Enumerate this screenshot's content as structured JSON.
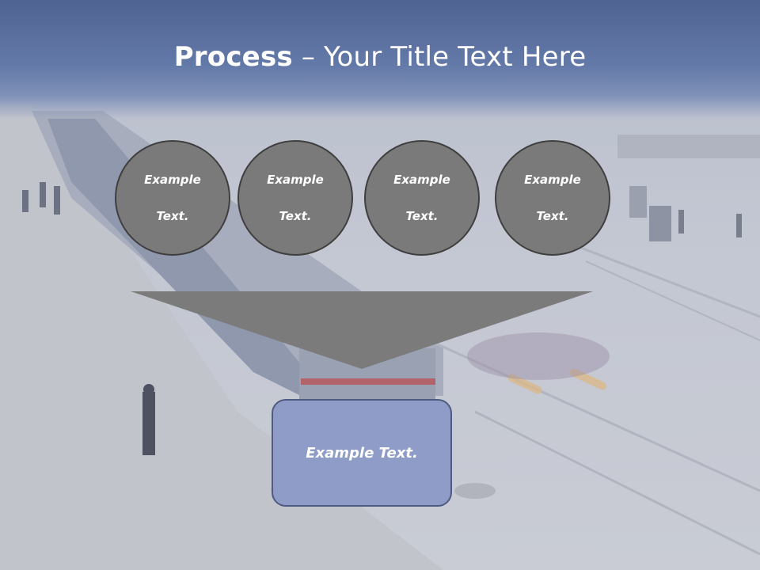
{
  "slide": {
    "title_bold": "Process",
    "title_rest": " – Your Title Text Here"
  },
  "circles": [
    {
      "line1": "Example",
      "line2": "Text."
    },
    {
      "line1": "Example",
      "line2": "Text."
    },
    {
      "line1": "Example",
      "line2": "Text."
    },
    {
      "line1": "Example",
      "line2": "Text."
    }
  ],
  "result_box": {
    "label": "Example Text."
  },
  "colors": {
    "header": "#5b6fa0",
    "circle_fill": "#7a7a7a",
    "funnel_fill": "#7b7b7b",
    "box_fill": "#8e9cc7"
  }
}
